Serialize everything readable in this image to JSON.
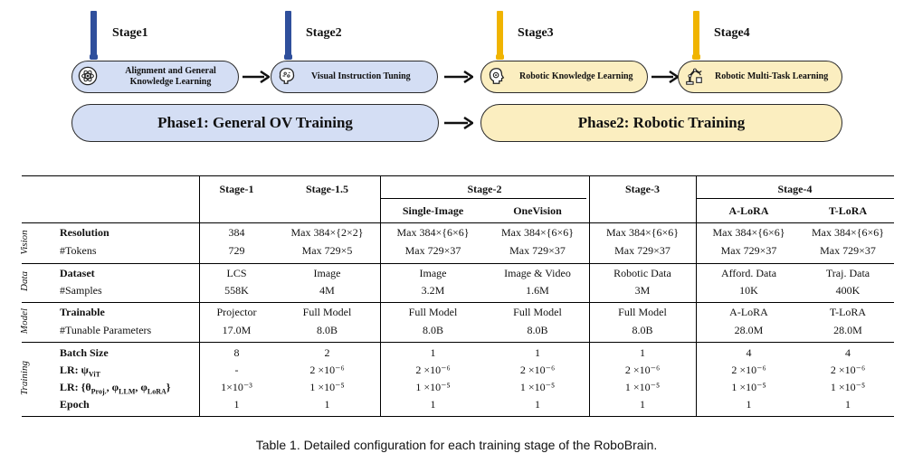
{
  "diagram": {
    "stages": [
      {
        "label": "Stage1",
        "color": "#2f4f9c",
        "box": [
          "Alignment and General",
          "Knowledge Learning"
        ],
        "icon": "atom-brain-icon"
      },
      {
        "label": "Stage2",
        "color": "#2f4f9c",
        "box": [
          "Visual Instruction Tuning"
        ],
        "icon": "brain-chip-icon"
      },
      {
        "label": "Stage3",
        "color": "#f0b400",
        "box": [
          "Robotic Knowledge Learning"
        ],
        "icon": "robot-head-icon"
      },
      {
        "label": "Stage4",
        "color": "#f0b400",
        "box": [
          "Robotic Multi-Task Learning"
        ],
        "icon": "robot-arm-icon"
      }
    ],
    "phases": [
      "Phase1: General OV Training",
      "Phase2: Robotic Training"
    ],
    "colors": {
      "blue_fill": "#d4def4",
      "yellow_fill": "#fbeec0",
      "blue_post": "#2f4f9c",
      "yellow_post": "#f0b400"
    }
  },
  "table": {
    "headers": {
      "stage1": "Stage-1",
      "stage15": "Stage-1.5",
      "stage2": "Stage-2",
      "stage3": "Stage-3",
      "stage4": "Stage-4",
      "single_image": "Single-Image",
      "onevision": "OneVision",
      "alora": "A-LoRA",
      "tlora": "T-LoRA"
    },
    "groups": [
      "Vision",
      "Data",
      "Model",
      "Training"
    ],
    "rows": {
      "resolution": {
        "label": "Resolution",
        "values": [
          "384",
          "Max 384×{2×2}",
          "Max 384×{6×6}",
          "Max 384×{6×6}",
          "Max 384×{6×6}",
          "Max 384×{6×6}",
          "Max 384×{6×6}"
        ]
      },
      "tokens": {
        "label": "#Tokens",
        "values": [
          "729",
          "Max 729×5",
          "Max 729×37",
          "Max 729×37",
          "Max 729×37",
          "Max 729×37",
          "Max 729×37"
        ]
      },
      "dataset": {
        "label": "Dataset",
        "values": [
          "LCS",
          "Image",
          "Image",
          "Image & Video",
          "Robotic Data",
          "Afford. Data",
          "Traj. Data"
        ]
      },
      "samples": {
        "label": "#Samples",
        "values": [
          "558K",
          "4M",
          "3.2M",
          "1.6M",
          "3M",
          "10K",
          "400K"
        ]
      },
      "trainable": {
        "label": "Trainable",
        "values": [
          "Projector",
          "Full Model",
          "Full Model",
          "Full Model",
          "Full Model",
          "A-LoRA",
          "T-LoRA"
        ]
      },
      "tunable": {
        "label": "#Tunable Parameters",
        "values": [
          "17.0M",
          "8.0B",
          "8.0B",
          "8.0B",
          "8.0B",
          "28.0M",
          "28.0M"
        ]
      },
      "batch": {
        "label": "Batch Size",
        "values": [
          "8",
          "2",
          "1",
          "1",
          "1",
          "4",
          "4"
        ]
      },
      "lr_vit": {
        "label": "LR: ψ",
        "sub": "ViT",
        "values": [
          "-",
          "2 ×10⁻⁶",
          "2 ×10⁻⁶",
          "2 ×10⁻⁶",
          "2 ×10⁻⁶",
          "2 ×10⁻⁶",
          "2 ×10⁻⁶"
        ]
      },
      "lr_other": {
        "label": "LR: {θ",
        "values": [
          "1×10⁻³",
          "1 ×10⁻⁵",
          "1 ×10⁻⁵",
          "1 ×10⁻⁵",
          "1 ×10⁻⁵",
          "1 ×10⁻⁵",
          "1 ×10⁻⁵"
        ]
      },
      "epoch": {
        "label": "Epoch",
        "values": [
          "1",
          "1",
          "1",
          "1",
          "1",
          "1",
          "1"
        ]
      }
    }
  },
  "caption": "Table 1. Detailed configuration for each training stage of the RoboBrain."
}
